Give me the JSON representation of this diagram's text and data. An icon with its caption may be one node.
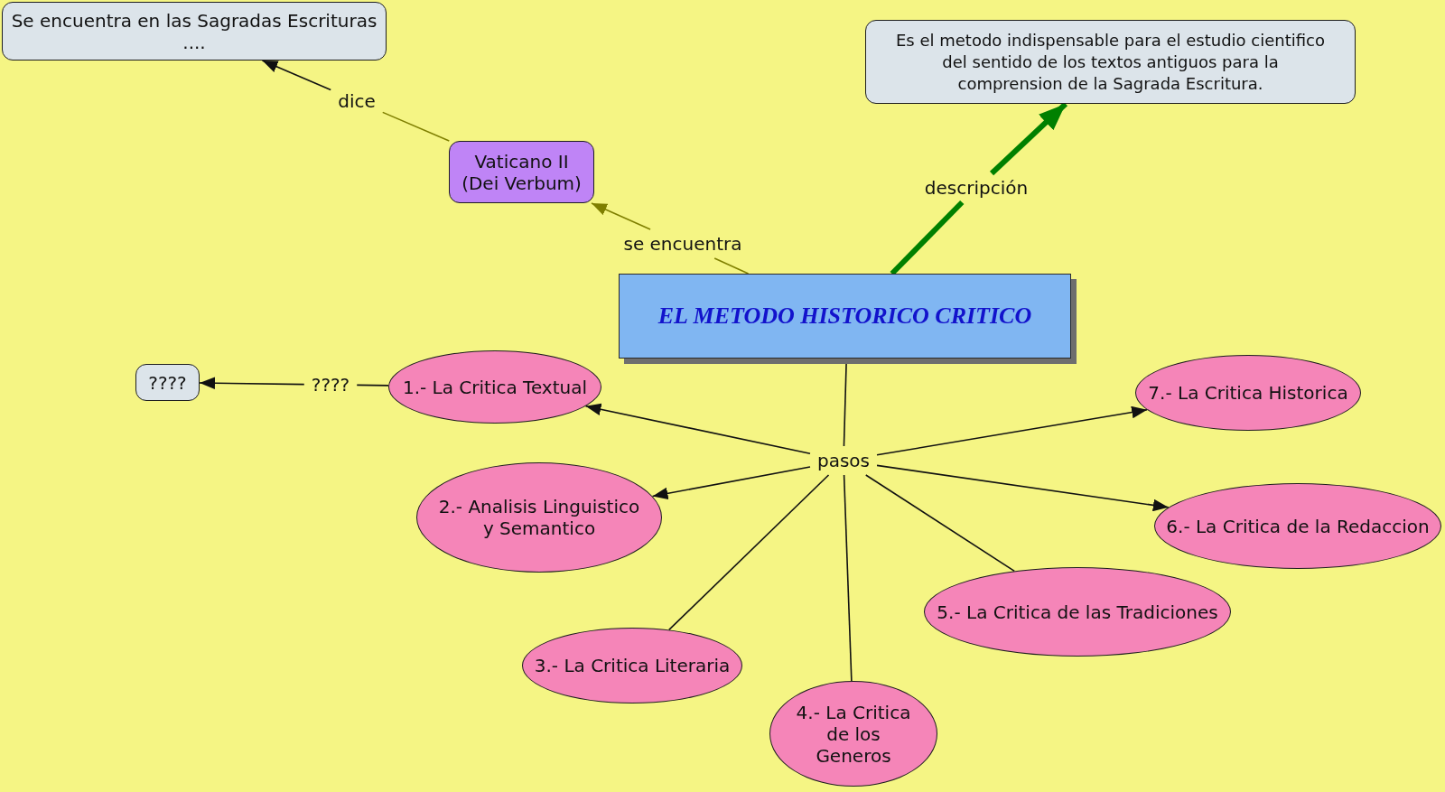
{
  "diagram": {
    "nodes": [
      {
        "text": [
          "Se encuentra en las Sagradas Escrituras ...."
        ]
      },
      {
        "text": [
          "Es el metodo indispensable para el estudio cientifico del sentido de los textos antiguos para la comprension de la Sagrada Escritura."
        ]
      },
      {
        "text": [
          "dice"
        ]
      },
      {
        "text": [
          "Vaticano II (Dei Verbum)"
        ]
      },
      {
        "text": [
          "descripción"
        ]
      },
      {
        "text": [
          "se encuentra"
        ]
      },
      {
        "text": [
          "EL METODO HISTORICO CRITICO"
        ]
      },
      {
        "text": [
          "????"
        ]
      },
      {
        "text": [
          "????"
        ]
      },
      {
        "text": [
          "1.- La Critica Textual"
        ]
      },
      {
        "text": [
          "7.- La Critica Historica"
        ]
      },
      {
        "text": [
          "pasos"
        ]
      },
      {
        "text": [
          "2.- Analisis Linguistico y Semantico"
        ]
      },
      {
        "text": [
          "6.- La Critica de la Redaccion"
        ]
      },
      {
        "text": [
          "5.- La Critica de las Tradiciones"
        ]
      },
      {
        "text": [
          "3.- La Critica Literaria"
        ]
      },
      {
        "text": [
          "4.- La Critica de los Generos"
        ]
      }
    ],
    "edges": [
      {
        "from": 3,
        "to": 2,
        "arrow": "none",
        "color": "#7f7f00"
      },
      {
        "from": 2,
        "to": 0,
        "arrow": "to"
      },
      {
        "from": 6,
        "to": 5,
        "arrow": "none",
        "color": "#7f7f00"
      },
      {
        "from": 5,
        "to": 3,
        "arrow": "to",
        "color": "#7f7f00"
      },
      {
        "from": 6,
        "to": 4,
        "arrow": "none",
        "style": "thick",
        "color": "#008000"
      },
      {
        "from": 4,
        "to": 1,
        "arrow": "to",
        "style": "thick",
        "color": "#008000"
      },
      {
        "from": 9,
        "to": 8,
        "arrow": "none"
      },
      {
        "from": 8,
        "to": 7,
        "arrow": "to"
      },
      {
        "from": 6,
        "to": 11,
        "arrow": "none"
      },
      {
        "from": 11,
        "to": 9,
        "arrow": "to"
      },
      {
        "from": 11,
        "to": 12,
        "arrow": "to"
      },
      {
        "from": 11,
        "to": 15,
        "arrow": "none"
      },
      {
        "from": 11,
        "to": 16,
        "arrow": "none"
      },
      {
        "from": 11,
        "to": 14,
        "arrow": "none"
      },
      {
        "from": 11,
        "to": 13,
        "arrow": "to"
      },
      {
        "from": 11,
        "to": 10,
        "arrow": "to"
      }
    ]
  }
}
